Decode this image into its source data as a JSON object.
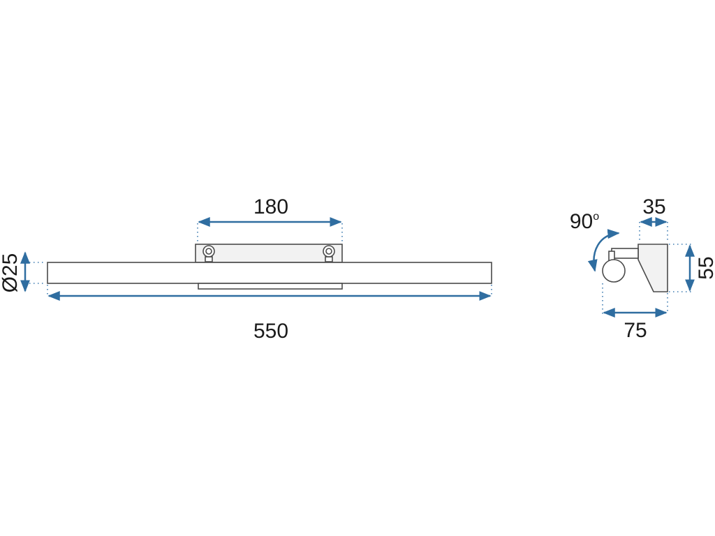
{
  "drawing": {
    "front_view": {
      "mount_width": "180",
      "tube_length": "550",
      "tube_diameter": "Ø25"
    },
    "side_view": {
      "rotation": "90",
      "rotation_unit": "o",
      "base_depth": "35",
      "base_height": "55",
      "total_depth": "75"
    },
    "colors": {
      "dimension": "#2f6da0",
      "outline": "#4a4a4a",
      "text": "#1a1a1a"
    }
  }
}
